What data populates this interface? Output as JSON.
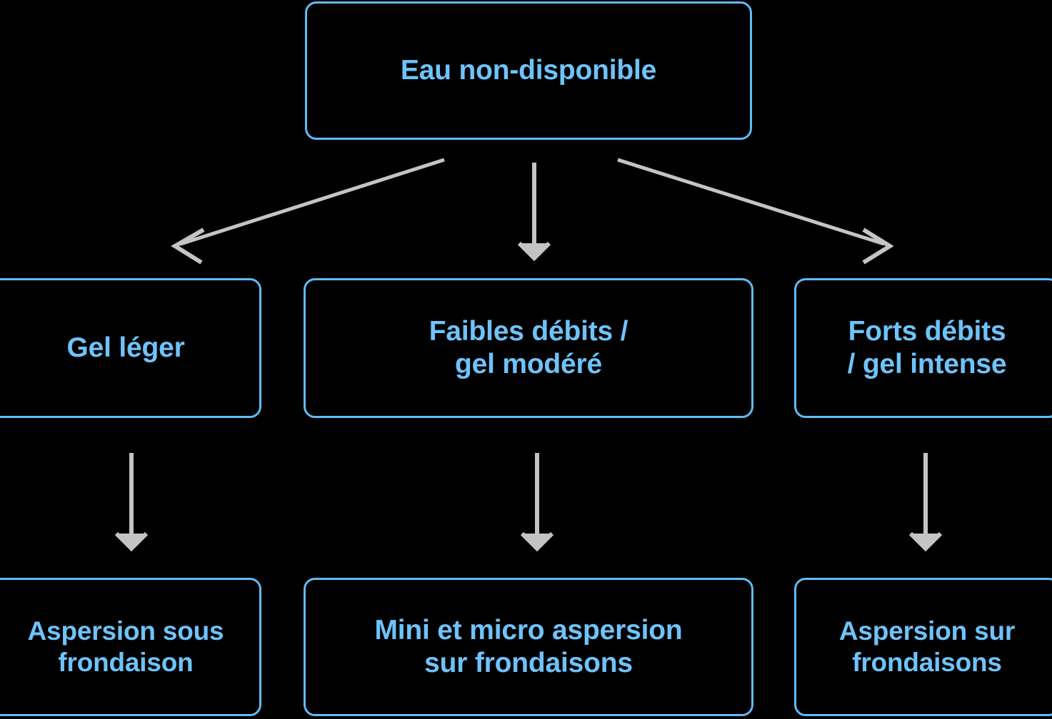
{
  "diagram": {
    "title": "Eau non-disponible",
    "language": "fr",
    "theme": {
      "background": "#000000",
      "node_border": "#5FBCF6",
      "node_text": "#6EC3FA",
      "edge": "#C4C4C4"
    },
    "levels": [
      {
        "level": 1,
        "nodes": [
          {
            "id": "root",
            "label": "Eau non-disponible"
          }
        ]
      },
      {
        "level": 2,
        "nodes": [
          {
            "id": "gel-leger",
            "label": "Gel léger"
          },
          {
            "id": "faibles-debits",
            "label": "Faibles débits /\ngel modéré"
          },
          {
            "id": "forts-debits",
            "label": "Forts débits\n/ gel intense"
          }
        ]
      },
      {
        "level": 3,
        "nodes": [
          {
            "id": "aspersion-sous",
            "label": "Aspersion sous\nfrondaison"
          },
          {
            "id": "mini-micro",
            "label": "Mini et micro aspersion\nsur frondaisons"
          },
          {
            "id": "aspersion-sur",
            "label": "Aspersion sur\nfrondaisons"
          }
        ]
      }
    ],
    "edges": [
      {
        "id": "root-to-gel-leger",
        "from": "root",
        "to": "gel-leger",
        "style": "diagonal-left-arrow"
      },
      {
        "id": "root-to-faibles-debits",
        "from": "root",
        "to": "faibles-debits",
        "style": "vertical-arrow"
      },
      {
        "id": "root-to-forts-debits",
        "from": "root",
        "to": "forts-debits",
        "style": "diagonal-right-arrow"
      },
      {
        "id": "gel-leger-to-aspersion-sous",
        "from": "gel-leger",
        "to": "aspersion-sous",
        "style": "vertical-arrow"
      },
      {
        "id": "faibles-debits-to-mini-micro",
        "from": "faibles-debits",
        "to": "mini-micro",
        "style": "vertical-arrow"
      },
      {
        "id": "forts-debits-to-aspersion-sur",
        "from": "forts-debits",
        "to": "aspersion-sur",
        "style": "vertical-arrow"
      }
    ]
  }
}
